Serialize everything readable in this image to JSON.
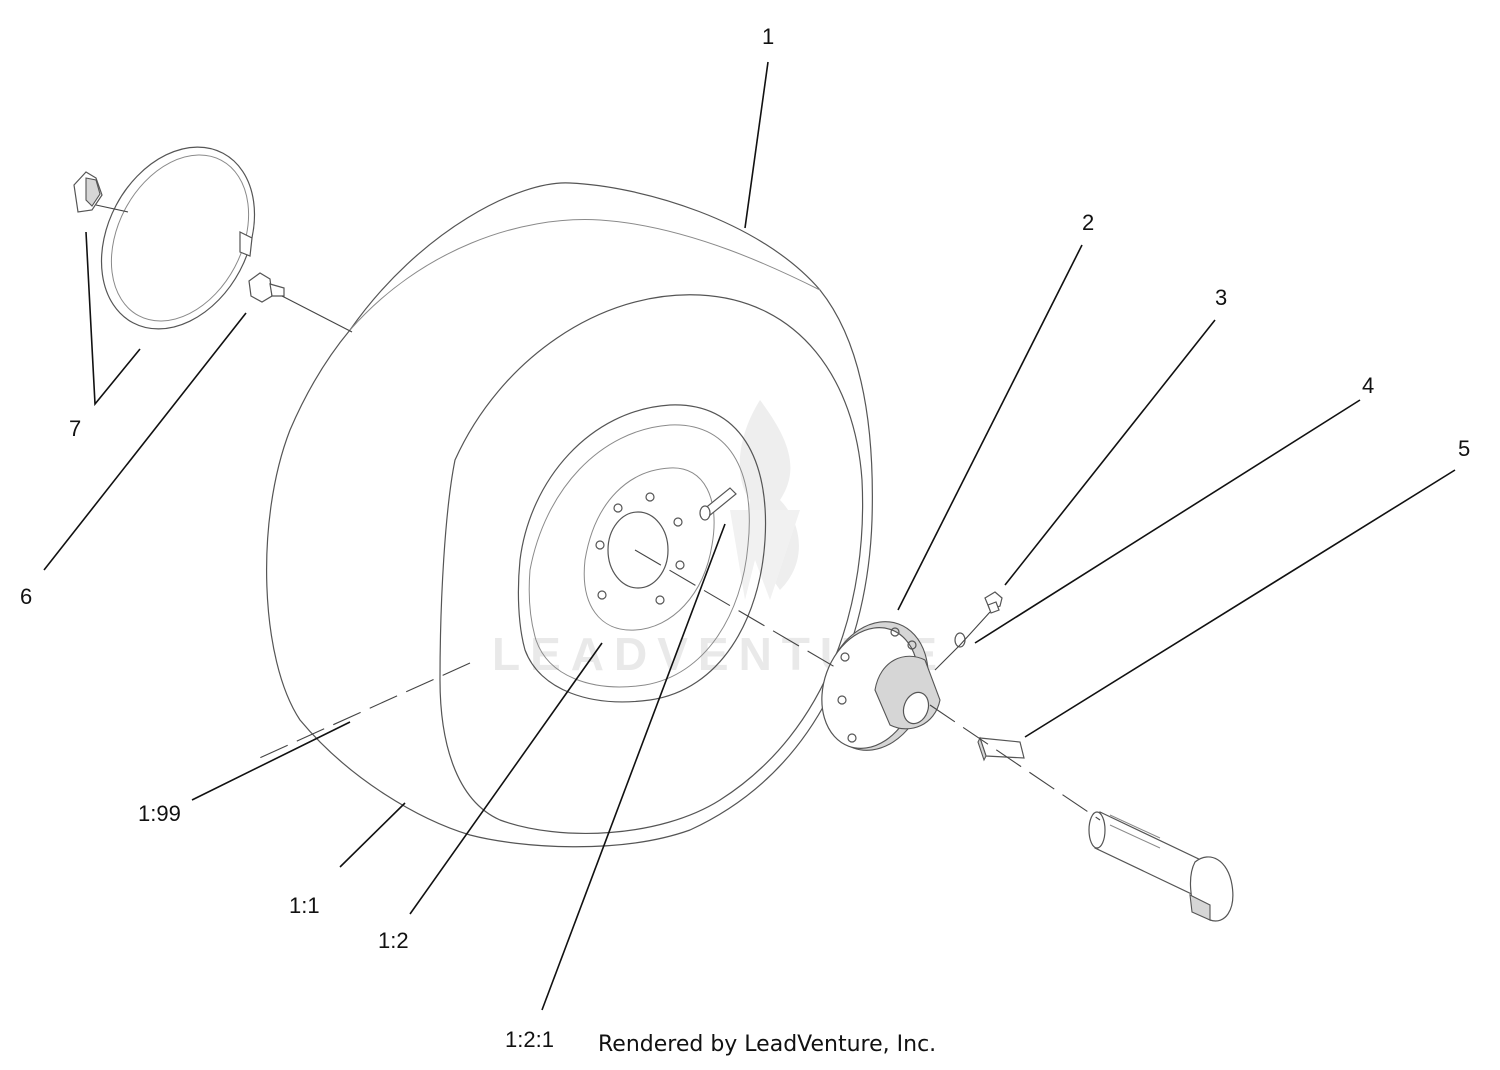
{
  "watermark": {
    "text": "LEADVENTURE"
  },
  "callouts": [
    {
      "id": "1",
      "label": "1"
    },
    {
      "id": "2",
      "label": "2"
    },
    {
      "id": "3",
      "label": "3"
    },
    {
      "id": "4",
      "label": "4"
    },
    {
      "id": "5",
      "label": "5"
    },
    {
      "id": "6",
      "label": "6"
    },
    {
      "id": "7",
      "label": "7"
    },
    {
      "id": "1-99",
      "label": "1:99"
    },
    {
      "id": "1-1",
      "label": "1:1"
    },
    {
      "id": "1-2",
      "label": "1:2"
    },
    {
      "id": "1-2-1",
      "label": "1:2:1"
    }
  ],
  "credit": {
    "text": "Rendered by LeadVenture, Inc."
  },
  "colors": {
    "line": "#111111",
    "part_outline": "#555555",
    "watermark": "#e9e9e9"
  }
}
